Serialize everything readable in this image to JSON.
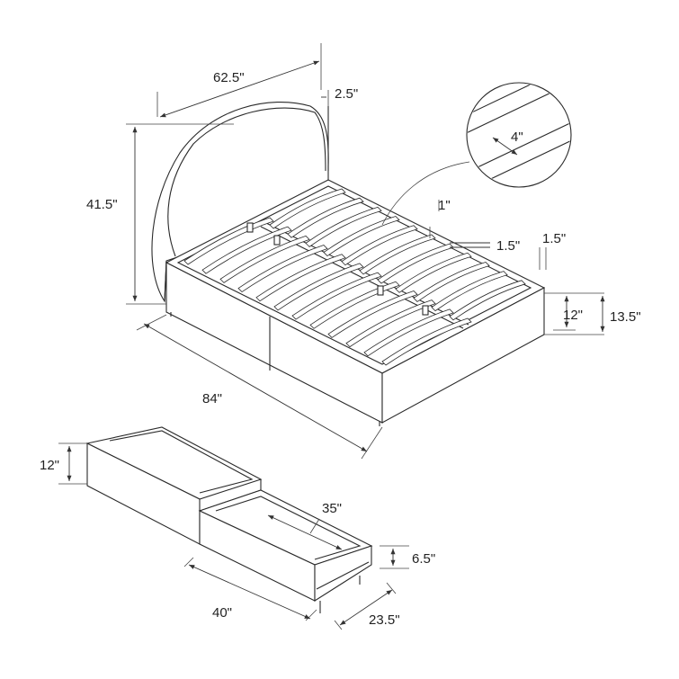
{
  "diagram": {
    "subject": "bed frame with storage drawers",
    "colors": {
      "line": "#2a2a2a",
      "background": "#ffffff",
      "text": "#222222"
    },
    "bed_dimensions": {
      "width": "62.5\"",
      "headboard_thickness": "2.5\"",
      "headboard_height": "41.5\"",
      "length": "84\"",
      "slat_width": "4\"",
      "slat_gap": "1\"",
      "rail_height": "1.5\"",
      "rail_thickness": "1.5\"",
      "side_height": "12\"",
      "frame_height": "13.5\""
    },
    "drawer_dimensions": {
      "height": "12\"",
      "inner_length": "35\"",
      "inner_depth": "6.5\"",
      "length": "40\"",
      "width": "23.5\""
    }
  }
}
